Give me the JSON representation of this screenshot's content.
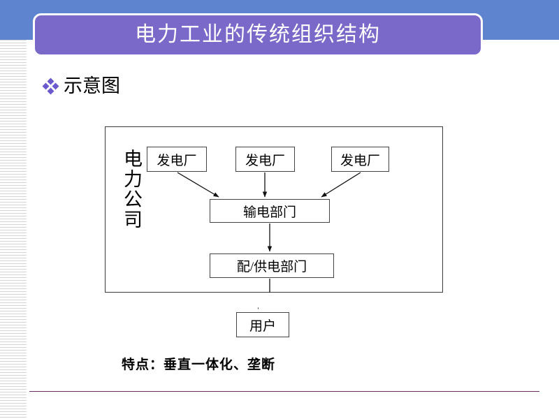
{
  "slide": {
    "title": "电力工业的传统组织结构",
    "section_bullet_label": "示意图",
    "bullet_icon": "diamond-cluster-bullet-icon",
    "caption": "特点：垂直一体化、垄断"
  },
  "colors": {
    "header_band": "#5f84cf",
    "title_box": "#7a69c9",
    "title_text": "#ffffff",
    "bullet": "#6a5acd",
    "bottom_rule": "#6b2b63",
    "box_border": "#444444",
    "frame_border": "#3a3a3a",
    "stripe": "#d6d6d6"
  },
  "diagram": {
    "company_group_label": "电力公司",
    "nodes": [
      {
        "id": "plant-1",
        "label": "发电厂"
      },
      {
        "id": "plant-2",
        "label": "发电厂"
      },
      {
        "id": "plant-3",
        "label": "发电厂"
      },
      {
        "id": "transmission",
        "label": "输电部门"
      },
      {
        "id": "distribution",
        "label": "配/供电部门"
      },
      {
        "id": "users",
        "label": "用户"
      }
    ],
    "edges": [
      {
        "from": "plant-1",
        "to": "transmission"
      },
      {
        "from": "plant-2",
        "to": "transmission"
      },
      {
        "from": "plant-3",
        "to": "transmission"
      },
      {
        "from": "transmission",
        "to": "distribution"
      },
      {
        "from": "distribution",
        "to": "users"
      }
    ]
  }
}
